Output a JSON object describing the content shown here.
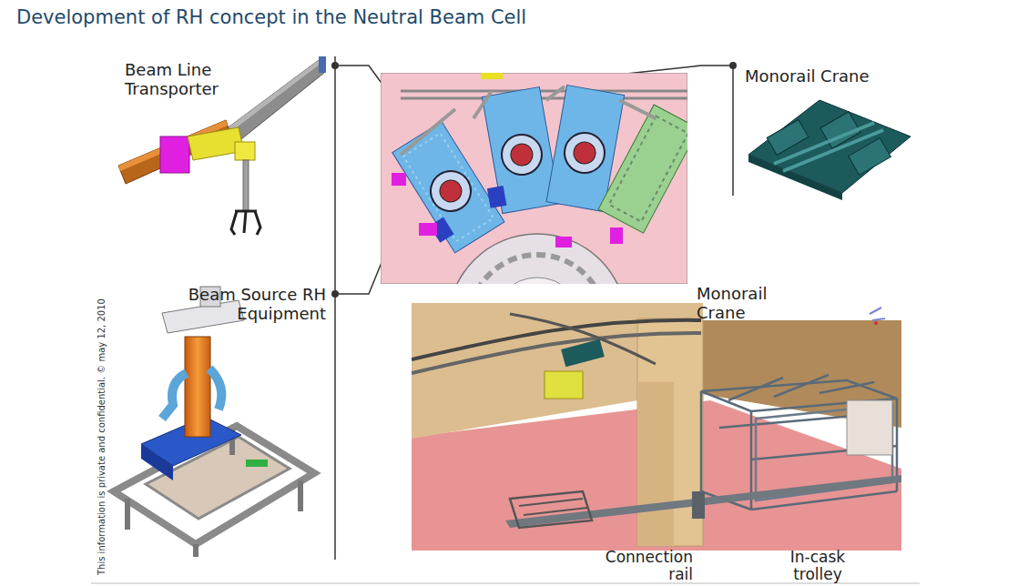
{
  "diagram": {
    "title": "Development of RH concept in the Neutral Beam Cell",
    "labels": [
      "Beam Line Transporter",
      "Monorail Crane",
      "Beam Source RH Equipment",
      "Monorail Crane",
      "Connection rail",
      "In-cask trolley",
      "This information is private and confidential. © may 12, 2010"
    ]
  }
}
